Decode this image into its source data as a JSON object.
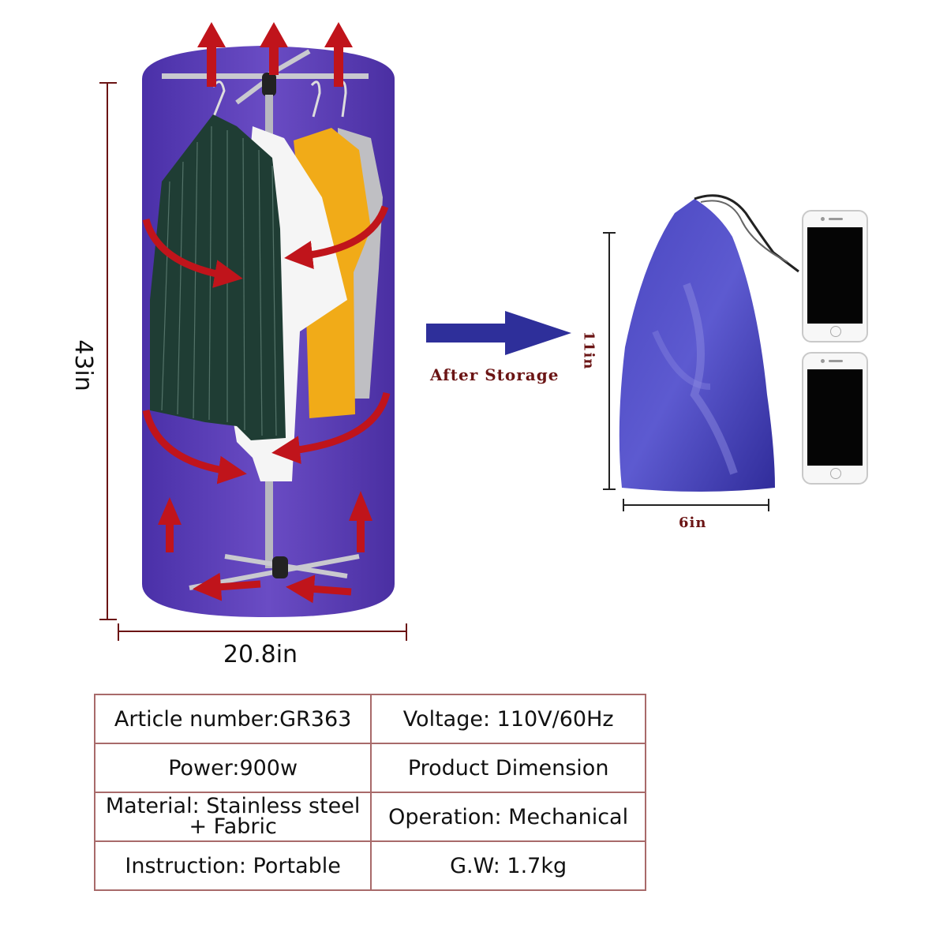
{
  "dimensions": {
    "height": "43in",
    "width": "20.8in",
    "bag_height": "11in",
    "bag_width": "6in"
  },
  "arrow_label": "After Storage",
  "specs": [
    [
      "Article number:GR363",
      "Voltage: 110V/60Hz"
    ],
    [
      "Power:900w",
      "Product Dimension"
    ],
    [
      "Material: Stainless steel\n+ Fabric",
      "Operation: Mechanical"
    ],
    [
      "Instruction: Portable",
      "G.W: 1.7kg"
    ]
  ],
  "colors": {
    "dryer_purple": "#5b3fb6",
    "airflow_red": "#c0141b",
    "bag_blue": "#3a36a6",
    "arrow_navy": "#2e2f9a",
    "table_border": "#a86a6a"
  }
}
